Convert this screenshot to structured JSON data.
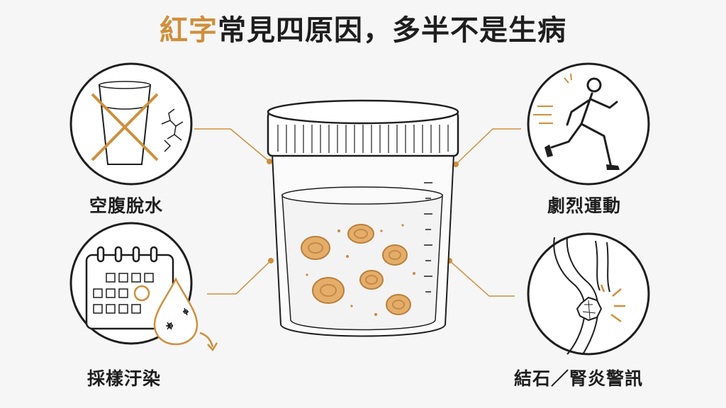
{
  "title": {
    "accent": "紅字",
    "rest": "常見四原因，多半不是生病"
  },
  "causes": {
    "dehydration": "空腹脫水",
    "exercise": "劇烈運動",
    "contamination": "採樣汙染",
    "stones": "結石／腎炎警訊"
  },
  "colors": {
    "accent": "#cf8f3c",
    "ink": "#1e1e1e",
    "background": "#f6f6f6"
  },
  "icons": [
    "crossed-water-glass-icon",
    "running-man-icon",
    "calendar-droplet-icon",
    "kidney-stone-icon",
    "urine-cup-icon"
  ]
}
